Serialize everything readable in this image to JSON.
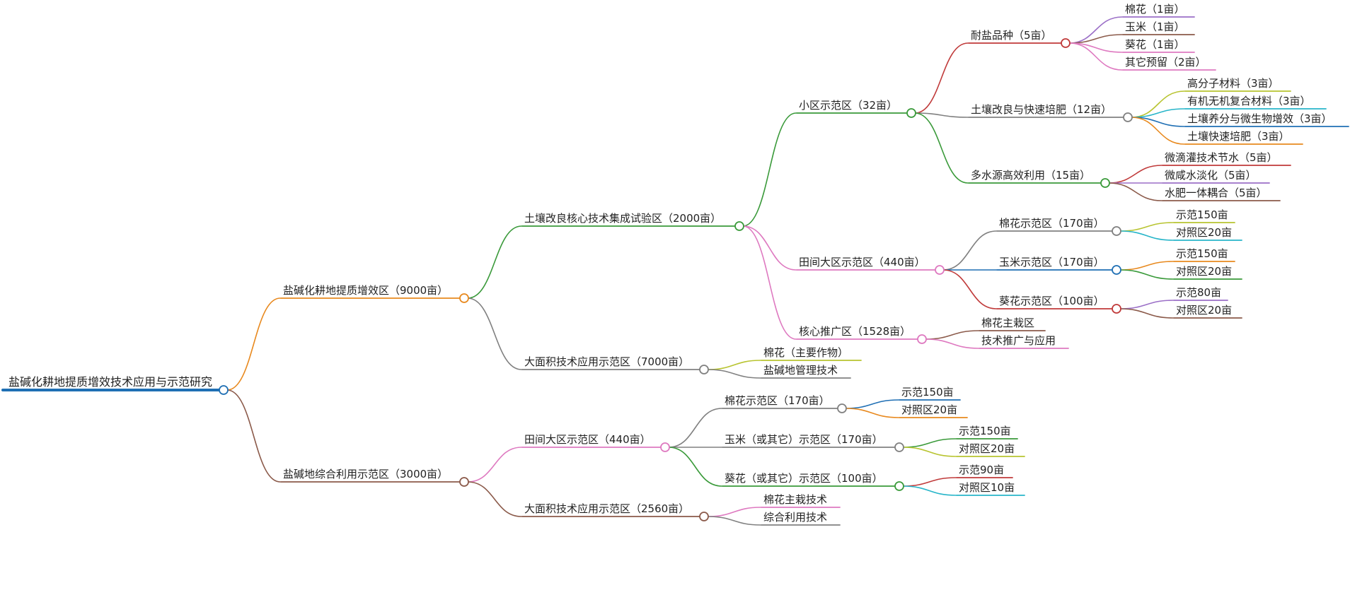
{
  "root": {
    "label": "盐碱化耕地提质增效技术应用与示范研究",
    "color": "#1f6fb4",
    "children": [
      {
        "label": "盐碱化耕地提质增效区（9000亩）",
        "color": "#e8891e",
        "children": [
          {
            "label": "土壤改良核心技术集成试验区（2000亩）",
            "color": "#3a9a3a",
            "children": [
              {
                "label": "小区示范区（32亩）",
                "color": "#3a9a3a",
                "children": [
                  {
                    "label": "耐盐品种（5亩）",
                    "color": "#c03a3a",
                    "children": [
                      {
                        "label": "棉花（1亩）",
                        "color": "#9b6fc7"
                      },
                      {
                        "label": "玉米（1亩）",
                        "color": "#8b5a4a"
                      },
                      {
                        "label": "葵花（1亩）",
                        "color": "#de79c0"
                      },
                      {
                        "label": "其它预留（2亩）",
                        "color": "#de79c0"
                      }
                    ]
                  },
                  {
                    "label": "土壤改良与快速培肥（12亩）",
                    "color": "#808080",
                    "children": [
                      {
                        "label": "高分子材料（3亩）",
                        "color": "#b8c430"
                      },
                      {
                        "label": "有机无机复合材料（3亩）",
                        "color": "#27b5c9"
                      },
                      {
                        "label": "土壤养分与微生物增效（3亩）",
                        "color": "#1f6fb4"
                      },
                      {
                        "label": "土壤快速培肥（3亩）",
                        "color": "#e8891e"
                      }
                    ]
                  },
                  {
                    "label": "多水源高效利用（15亩）",
                    "color": "#3a9a3a",
                    "children": [
                      {
                        "label": "微滴灌技术节水（5亩）",
                        "color": "#c03a3a"
                      },
                      {
                        "label": "微咸水淡化（5亩）",
                        "color": "#9b6fc7"
                      },
                      {
                        "label": "水肥一体耦合（5亩）",
                        "color": "#8b5a4a"
                      }
                    ]
                  }
                ]
              },
              {
                "label": "田间大区示范区（440亩）",
                "color": "#de79c0",
                "children": [
                  {
                    "label": "棉花示范区（170亩）",
                    "color": "#808080",
                    "children": [
                      {
                        "label": "示范150亩",
                        "color": "#b8c430"
                      },
                      {
                        "label": "对照区20亩",
                        "color": "#27b5c9"
                      }
                    ]
                  },
                  {
                    "label": "玉米示范区（170亩）",
                    "color": "#1f6fb4",
                    "children": [
                      {
                        "label": "示范150亩",
                        "color": "#e8891e"
                      },
                      {
                        "label": "对照区20亩",
                        "color": "#3a9a3a"
                      }
                    ]
                  },
                  {
                    "label": "葵花示范区（100亩）",
                    "color": "#c03a3a",
                    "children": [
                      {
                        "label": "示范80亩",
                        "color": "#9b6fc7"
                      },
                      {
                        "label": "对照区20亩",
                        "color": "#8b5a4a"
                      }
                    ]
                  }
                ]
              },
              {
                "label": "核心推广区（1528亩）",
                "color": "#de79c0",
                "children": [
                  {
                    "label": "棉花主栽区",
                    "color": "#8b5a4a"
                  },
                  {
                    "label": "技术推广与应用",
                    "color": "#de79c0"
                  }
                ]
              }
            ]
          },
          {
            "label": "大面积技术应用示范区（7000亩）",
            "color": "#808080",
            "children": [
              {
                "label": "棉花（主要作物）",
                "color": "#b8c430"
              },
              {
                "label": "盐碱地管理技术",
                "color": "#808080"
              }
            ]
          }
        ]
      },
      {
        "label": "盐碱地综合利用示范区（3000亩）",
        "color": "#8b5a4a",
        "children": [
          {
            "label": "田间大区示范区（440亩）",
            "color": "#de79c0",
            "children": [
              {
                "label": "棉花示范区（170亩）",
                "color": "#808080",
                "children": [
                  {
                    "label": "示范150亩",
                    "color": "#1f6fb4"
                  },
                  {
                    "label": "对照区20亩",
                    "color": "#e8891e"
                  }
                ]
              },
              {
                "label": "玉米（或其它）示范区（170亩）",
                "color": "#808080",
                "children": [
                  {
                    "label": "示范150亩",
                    "color": "#3a9a3a"
                  },
                  {
                    "label": "对照区20亩",
                    "color": "#b8c430"
                  }
                ]
              },
              {
                "label": "葵花（或其它）示范区（100亩）",
                "color": "#3a9a3a",
                "children": [
                  {
                    "label": "示范90亩",
                    "color": "#c03a3a"
                  },
                  {
                    "label": "对照区10亩",
                    "color": "#27b5c9"
                  }
                ]
              }
            ]
          },
          {
            "label": "大面积技术应用示范区（2560亩）",
            "color": "#8b5a4a",
            "children": [
              {
                "label": "棉花主栽技术",
                "color": "#de79c0"
              },
              {
                "label": "综合利用技术",
                "color": "#808080"
              }
            ]
          }
        ]
      }
    ]
  }
}
